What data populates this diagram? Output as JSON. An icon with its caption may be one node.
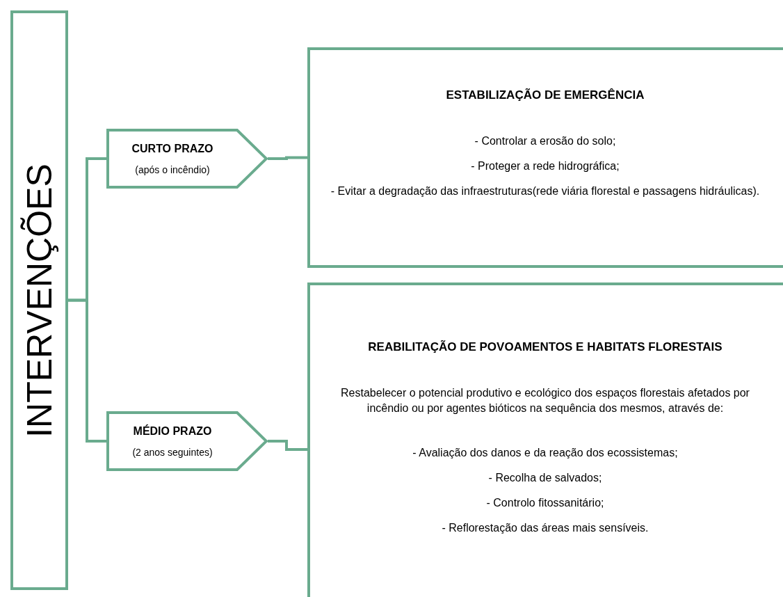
{
  "diagram": {
    "nodes": [
      {
        "text": [
          "INTERVENÇÕES"
        ]
      },
      {
        "text": [
          "CURTO PRAZO",
          "(após o incêndio)"
        ]
      },
      {
        "text": [
          "ESTABILIZAÇÃO DE EMERGÊNCIA",
          "- Controlar a erosão do solo;",
          "- Proteger a rede hidrográfica;",
          "- Evitar a degradação das infraestruturas(rede viária florestal e passagens hidráulicas)."
        ]
      },
      {
        "text": [
          "MÉDIO PRAZO",
          "(2 anos seguintes)"
        ]
      },
      {
        "text": [
          "REABILITAÇÃO DE POVOAMENTOS E HABITATS FLORESTAIS",
          "Restabelecer o potencial produtivo e ecológico dos espaços florestais afetados por incêndio ou por agentes bióticos na sequência dos mesmos, através de:",
          "- Avaliação dos danos e da reação dos ecossistemas;",
          "- Recolha de salvados;",
          "- Controlo fitossanitário;",
          "- Reflorestação das áreas mais  sensíveis."
        ]
      }
    ],
    "edges": [
      {
        "from": 0,
        "to": 1,
        "arrow": "none"
      },
      {
        "from": 0,
        "to": 3,
        "arrow": "none"
      },
      {
        "from": 1,
        "to": 2,
        "arrow": "none"
      },
      {
        "from": 3,
        "to": 4,
        "arrow": "none"
      }
    ]
  }
}
